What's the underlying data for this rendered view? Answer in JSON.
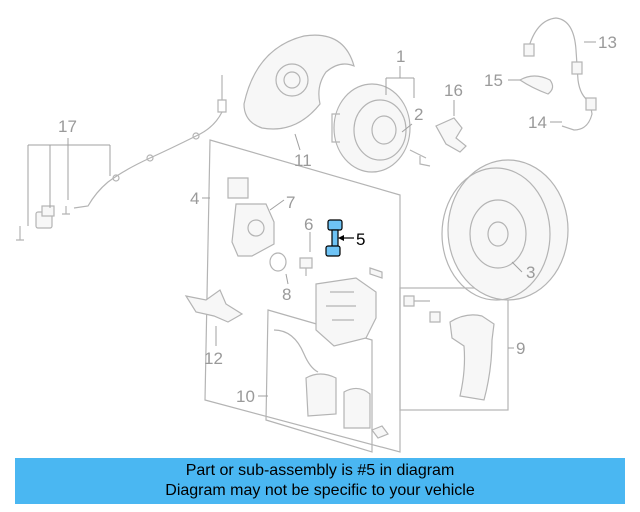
{
  "callouts": {
    "c1": "1",
    "c2": "2",
    "c3": "3",
    "c4": "4",
    "c5": "5",
    "c6": "6",
    "c7": "7",
    "c8": "8",
    "c9": "9",
    "c10": "10",
    "c11": "11",
    "c12": "12",
    "c13": "13",
    "c14": "14",
    "c15": "15",
    "c16": "16",
    "c17": "17"
  },
  "highlight_color": "#6ec3f5",
  "banner": {
    "line1": "Part or sub-assembly is #5 in diagram",
    "line2": "Diagram may not be specific to your vehicle",
    "background": "#4ab7f2"
  }
}
